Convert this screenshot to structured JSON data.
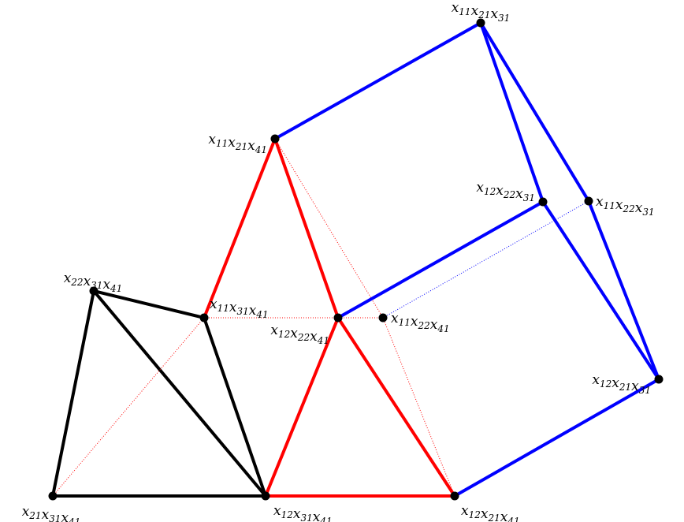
{
  "diagram": {
    "colors": {
      "black": "#000000",
      "red": "#ff0000",
      "blue": "#0000ff"
    },
    "vertices": [
      {
        "id": "x11x21x31",
        "label": "x11x21x31"
      },
      {
        "id": "x11x21x41",
        "label": "x11x21x41"
      },
      {
        "id": "x12x22x31",
        "label": "x12x22x31"
      },
      {
        "id": "x11x22x31",
        "label": "x11x22x31"
      },
      {
        "id": "x22x31x41",
        "label": "x22x31x41"
      },
      {
        "id": "x11x31x41",
        "label": "x11x31x41"
      },
      {
        "id": "x12x22x41",
        "label": "x12x22x41"
      },
      {
        "id": "x11x22x41",
        "label": "x11x22x41"
      },
      {
        "id": "x12x21x31",
        "label": "x12x21x31"
      },
      {
        "id": "x21x31x41",
        "label": "x21x31x41"
      },
      {
        "id": "x12x31x41",
        "label": "x12x31x41"
      },
      {
        "id": "x12x21x41",
        "label": "x12x21x41"
      }
    ],
    "edges": [
      {
        "from": "x22x31x41",
        "to": "x21x31x41",
        "color": "black",
        "style": "solid"
      },
      {
        "from": "x22x31x41",
        "to": "x11x31x41",
        "color": "black",
        "style": "solid"
      },
      {
        "from": "x22x31x41",
        "to": "x12x31x41",
        "color": "black",
        "style": "solid"
      },
      {
        "from": "x11x31x41",
        "to": "x12x31x41",
        "color": "black",
        "style": "solid"
      },
      {
        "from": "x21x31x41",
        "to": "x12x31x41",
        "color": "black",
        "style": "solid"
      },
      {
        "from": "x21x31x41",
        "to": "x11x31x41",
        "color": "red",
        "style": "dotted"
      },
      {
        "from": "x11x31x41",
        "to": "x11x21x41",
        "color": "red",
        "style": "solid"
      },
      {
        "from": "x11x21x41",
        "to": "x12x22x41",
        "color": "red",
        "style": "solid"
      },
      {
        "from": "x12x22x41",
        "to": "x12x31x41",
        "color": "red",
        "style": "solid"
      },
      {
        "from": "x12x22x41",
        "to": "x12x21x41",
        "color": "red",
        "style": "solid"
      },
      {
        "from": "x12x31x41",
        "to": "x12x21x41",
        "color": "red",
        "style": "solid"
      },
      {
        "from": "x11x31x41",
        "to": "x11x22x41",
        "color": "red",
        "style": "dotted"
      },
      {
        "from": "x11x21x41",
        "to": "x11x22x41",
        "color": "red",
        "style": "dotted"
      },
      {
        "from": "x11x22x41",
        "to": "x12x21x41",
        "color": "red",
        "style": "dotted"
      },
      {
        "from": "x11x21x41",
        "to": "x11x21x31",
        "color": "blue",
        "style": "solid"
      },
      {
        "from": "x11x21x31",
        "to": "x12x22x31",
        "color": "blue",
        "style": "solid"
      },
      {
        "from": "x11x21x31",
        "to": "x11x22x31",
        "color": "blue",
        "style": "solid"
      },
      {
        "from": "x12x22x31",
        "to": "x12x21x31",
        "color": "blue",
        "style": "solid"
      },
      {
        "from": "x11x22x31",
        "to": "x12x21x31",
        "color": "blue",
        "style": "solid"
      },
      {
        "from": "x12x22x41",
        "to": "x12x22x31",
        "color": "blue",
        "style": "solid"
      },
      {
        "from": "x12x21x41",
        "to": "x12x21x31",
        "color": "blue",
        "style": "solid"
      },
      {
        "from": "x11x22x41",
        "to": "x11x22x31",
        "color": "blue",
        "style": "dotted"
      }
    ]
  }
}
